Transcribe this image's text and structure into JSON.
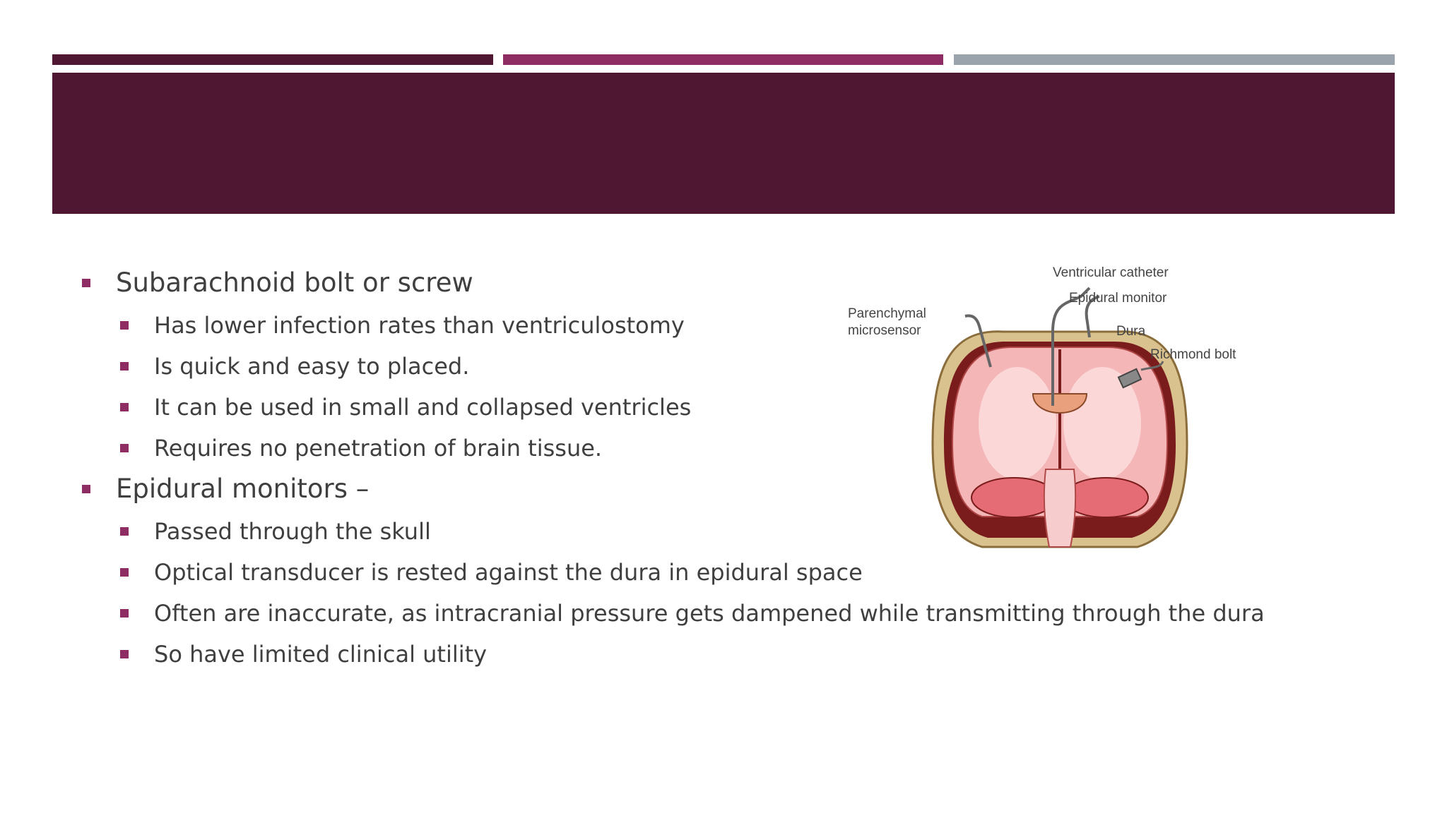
{
  "slide": {
    "title": "",
    "colors": {
      "accent_dark": "#4f1732",
      "accent_mid": "#8e2d63",
      "accent_gray": "#9aa3ab",
      "band": "#4f1732",
      "bullet": "#8e2d63",
      "text": "#3f3f3f"
    }
  },
  "bullets": [
    {
      "text": "Subarachnoid bolt or screw",
      "children": [
        "Has lower infection rates than ventriculostomy",
        "Is quick and easy to placed.",
        "It can be used in small and collapsed ventricles",
        "Requires no penetration of brain tissue."
      ]
    },
    {
      "text": "Epidural monitors –",
      "children": [
        "Passed through the skull",
        "Optical transducer is rested against the dura in epidural space",
        "Often are inaccurate, as intracranial pressure gets dampened while transmitting through the dura",
        "So have limited clinical utility"
      ]
    }
  ],
  "figure": {
    "labels": {
      "ventricular_catheter": "Ventricular catheter",
      "epidural_monitor": "Epidural monitor",
      "parenchymal_1": "Parenchymal",
      "parenchymal_2": "microsensor",
      "dura": "Dura",
      "richmond_bolt": "Richmond bolt"
    }
  }
}
